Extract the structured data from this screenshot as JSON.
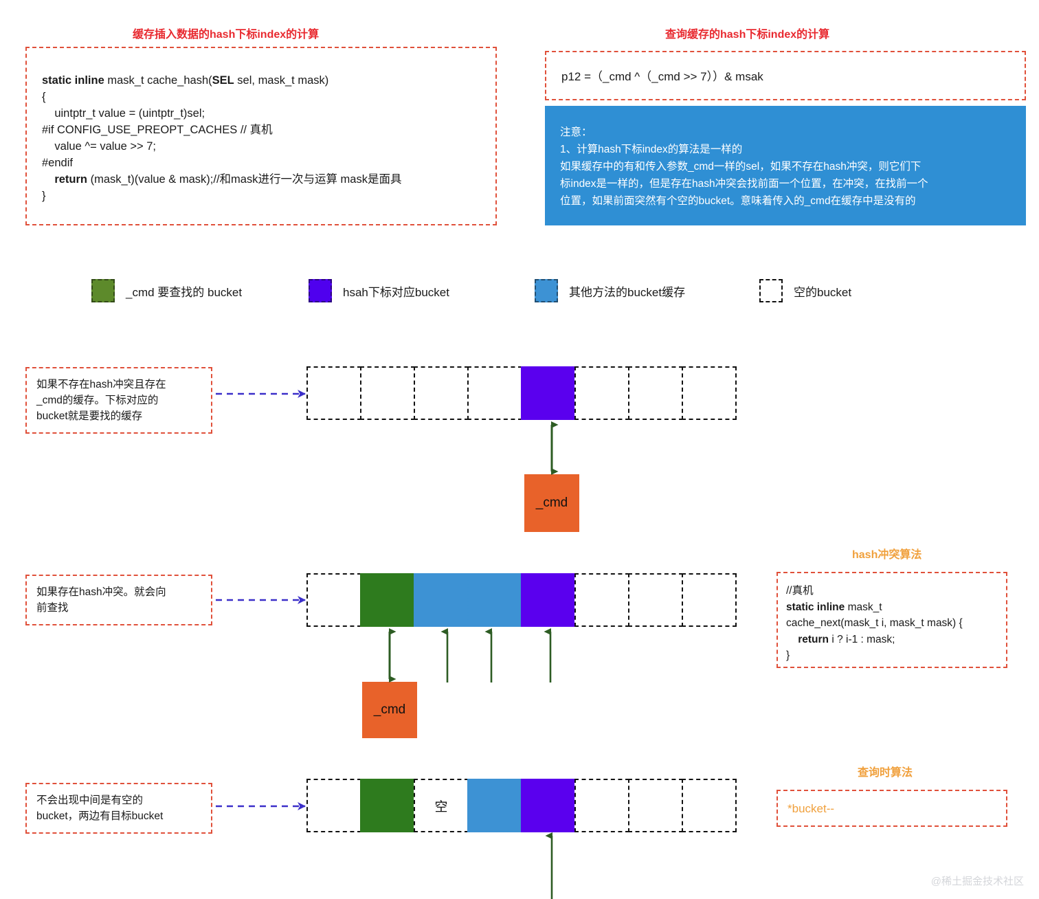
{
  "headings": {
    "insert_hash": "缓存插入数据的hash下标index的计算",
    "query_hash": "查询缓存的hash下标index的计算",
    "conflict_algo": "hash冲突算法",
    "query_algo": "查询时算法"
  },
  "code_insert": {
    "line1_b": "static inline",
    "line1_r": " mask_t cache_hash(",
    "line1_b2": "SEL",
    "line1_r2": " sel, mask_t mask)",
    "line2": "{",
    "line3": "    uintptr_t value = (uintptr_t)sel;",
    "line4": "#if CONFIG_USE_PREOPT_CACHES // 真机",
    "line5": "    value ^= value >> 7;",
    "line6": "#endif",
    "line7_b": "    return",
    "line7_r": " (mask_t)(value & mask);//和mask进行一次与运算 mask是面具",
    "line8": "}"
  },
  "code_query": {
    "formula": "p12 =（_cmd ^（_cmd >> 7））& msak"
  },
  "note": {
    "title": "注意：",
    "line1": "1、计算hash下标index的算法是一样的",
    "line2": " 如果缓存中的有和传入参数_cmd一样的sel，如果不存在hash冲突，则它们下",
    "line3": "标index是一样的，但是存在hash冲突会找前面一个位置，在冲突，在找前一个",
    "line4": "位置，如果前面突然有个空的bucket。意味着传入的_cmd在缓存中是没有的"
  },
  "legend": [
    {
      "label": "_cmd 要查找的 bucket",
      "color": "#5d8a2b",
      "kind": "filled"
    },
    {
      "label": "hsah下标对应bucket",
      "color": "#4f00ee",
      "kind": "filled"
    },
    {
      "label": "其他方法的bucket缓存",
      "color": "#3d92d4",
      "kind": "filled"
    },
    {
      "label": "空的bucket",
      "color": "#ffffff",
      "kind": "empty"
    }
  ],
  "rows": [
    {
      "callout": [
        "如果不存在hash冲突且存在",
        "_cmd的缓存。下标对应的",
        "bucket就是要找的缓存"
      ],
      "buckets": [
        {
          "state": "empty",
          "text": ""
        },
        {
          "state": "empty",
          "text": ""
        },
        {
          "state": "empty",
          "text": ""
        },
        {
          "state": "empty",
          "text": ""
        },
        {
          "state": "purple",
          "text": ""
        },
        {
          "state": "empty",
          "text": ""
        },
        {
          "state": "empty",
          "text": ""
        },
        {
          "state": "empty",
          "text": ""
        }
      ],
      "cmd_label": "_cmd"
    },
    {
      "callout": [
        "如果存在hash冲突。就会向",
        "前查找"
      ],
      "buckets": [
        {
          "state": "empty",
          "text": ""
        },
        {
          "state": "green",
          "text": ""
        },
        {
          "state": "blue",
          "text": ""
        },
        {
          "state": "blue",
          "text": ""
        },
        {
          "state": "purple",
          "text": ""
        },
        {
          "state": "empty",
          "text": ""
        },
        {
          "state": "empty",
          "text": ""
        },
        {
          "state": "empty",
          "text": ""
        }
      ],
      "cmd_label": "_cmd"
    },
    {
      "callout": [
        "不会出现中间是有空的",
        "bucket，两边有目标bucket"
      ],
      "buckets": [
        {
          "state": "empty",
          "text": ""
        },
        {
          "state": "green",
          "text": ""
        },
        {
          "state": "empty",
          "text": "空"
        },
        {
          "state": "blue",
          "text": ""
        },
        {
          "state": "purple",
          "text": ""
        },
        {
          "state": "empty",
          "text": ""
        },
        {
          "state": "empty",
          "text": ""
        },
        {
          "state": "empty",
          "text": ""
        }
      ],
      "cmd_label": ""
    }
  ],
  "code_conflict": {
    "line1": "//真机",
    "line2_b": "static inline",
    "line2_r": " mask_t",
    "line3": "cache_next(mask_t i, mask_t mask) {",
    "line4_b": "    return",
    "line4_r": " i ? i-1 : mask;",
    "line5": "}"
  },
  "code_query_algo": {
    "line1": "*bucket--"
  },
  "watermark": "@稀土掘金技术社区",
  "colors": {
    "red_dash": "#e0503a",
    "heading_red": "#e8292f",
    "heading_orange": "#f0a03c",
    "note_blue_bg": "#2f8fd4",
    "bucket_green": "#2e7b1e",
    "bucket_blue": "#3d92d4",
    "bucket_purple": "#5a00ee",
    "cmd_orange": "#e8622a",
    "arrow_green": "#2d5c23",
    "arrow_indigo": "#3b2fc9"
  }
}
